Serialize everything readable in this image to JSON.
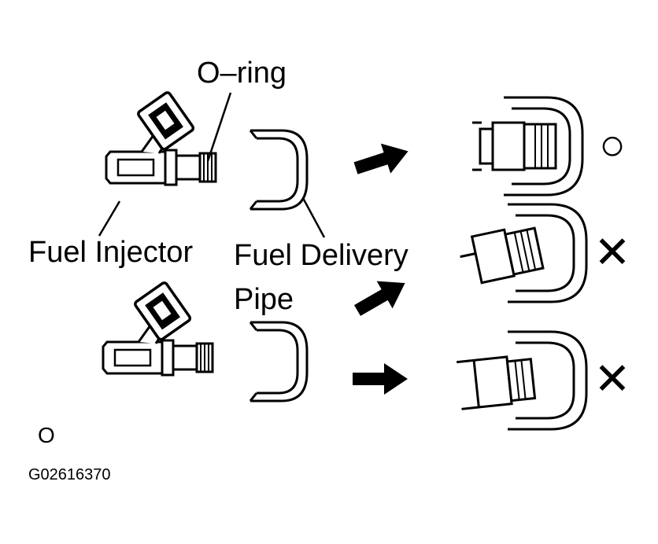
{
  "labels": {
    "o_ring": "O–ring",
    "fuel_injector": "Fuel Injector",
    "fuel_delivery": "Fuel Delivery",
    "pipe": "Pipe",
    "legend_o": "O",
    "figure_code": "G02616370"
  },
  "marks": {
    "correct": "○",
    "wrong_1": "✕",
    "wrong_2": "✕"
  },
  "colors": {
    "ink": "#000000",
    "paper": "#ffffff"
  }
}
